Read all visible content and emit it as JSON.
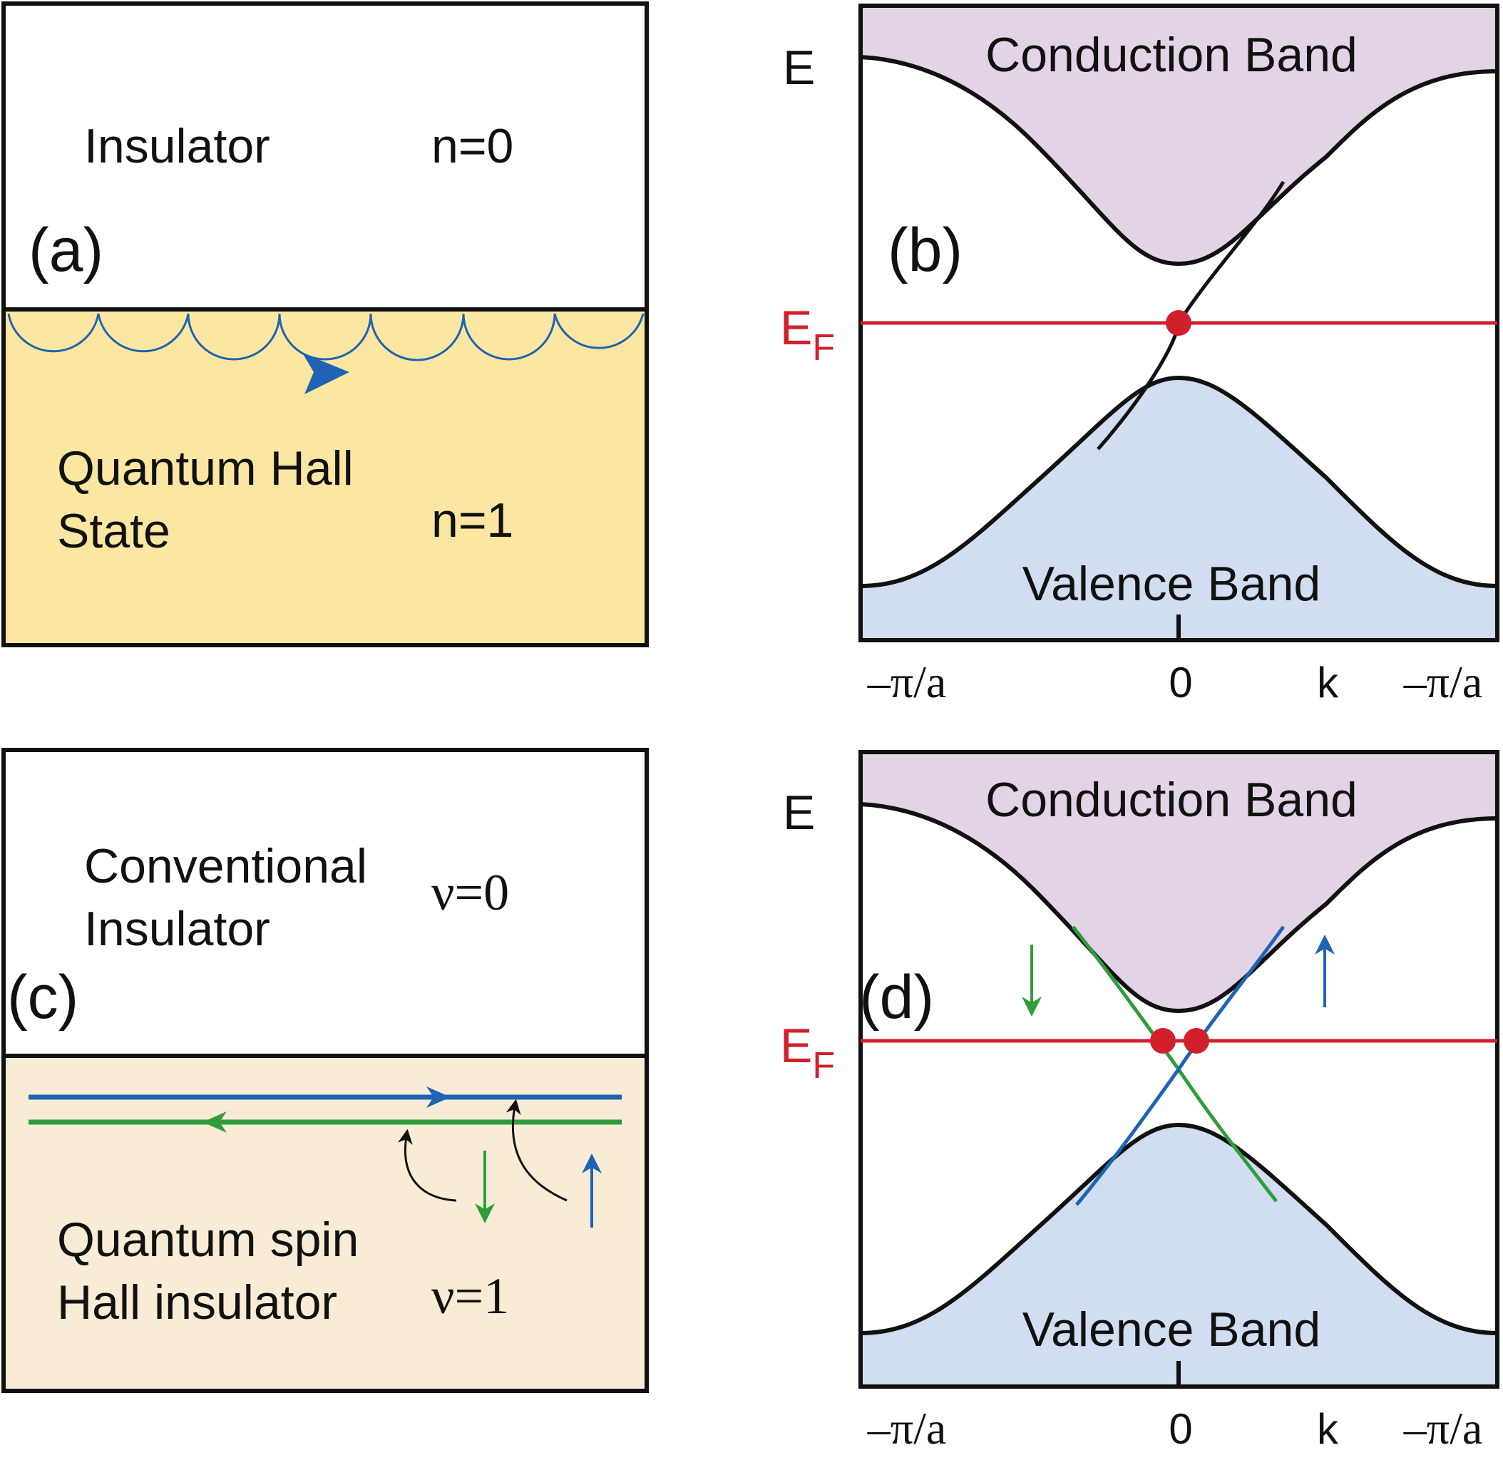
{
  "colors": {
    "conduction_fill": "#e3d3e6",
    "valence_fill": "#d1ddf0",
    "qh_fill": "#fbe7a1",
    "qsh_fill": "#f9ecd6",
    "fermi": "#d21f2c",
    "spin_up": "#1f63b4",
    "spin_down": "#2f9e3a",
    "outline": "#111111"
  },
  "panel_a": {
    "tag": "(a)",
    "top_label": "Insulator",
    "top_index": "n=0",
    "bottom_label_line1": "Quantum Hall",
    "bottom_label_line2": "State",
    "bottom_index": "n=1",
    "edge_icon": "skipping-orbit-arrow"
  },
  "panel_b": {
    "tag": "(b)",
    "energy_label": "E",
    "fermi_label_main": "E",
    "fermi_label_sub": "F",
    "conduction_label": "Conduction Band",
    "valence_label": "Valence Band",
    "tick_left": "–π/a",
    "tick_mid": "0",
    "tick_k": "k",
    "tick_right": "–π/a"
  },
  "panel_c": {
    "tag": "(c)",
    "top_label_line1": "Conventional",
    "top_label_line2": "Insulator",
    "top_index": "ν=0",
    "bottom_label_line1": "Quantum spin",
    "bottom_label_line2": "Hall insulator",
    "bottom_index": "ν=1",
    "spin_down_icon": "arrow-down-icon",
    "spin_up_icon": "arrow-up-icon"
  },
  "panel_d": {
    "tag": "(d)",
    "energy_label": "E",
    "fermi_label_main": "E",
    "fermi_label_sub": "F",
    "conduction_label": "Conduction Band",
    "valence_label": "Valence Band",
    "tick_left": "–π/a",
    "tick_mid": "0",
    "tick_k": "k",
    "tick_right": "–π/a"
  }
}
